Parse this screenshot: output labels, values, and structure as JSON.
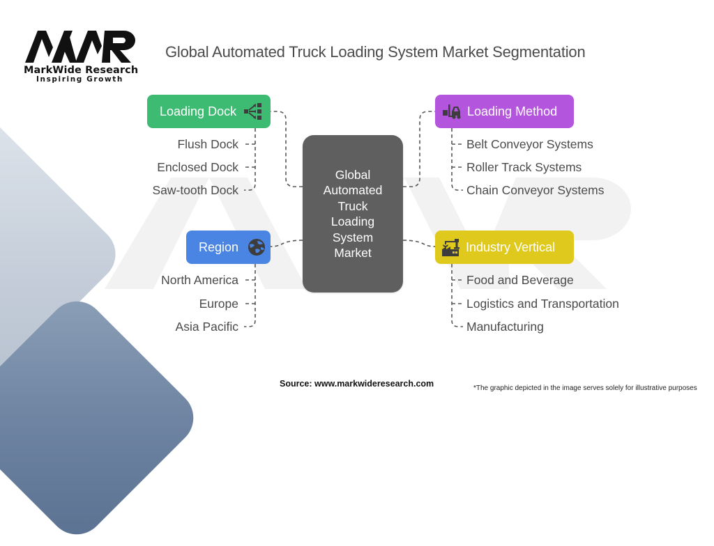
{
  "logo": {
    "mark": "MWR",
    "name": "MarkWide Research",
    "tagline": "Inspiring Growth"
  },
  "title": "Global Automated Truck Loading System Market Segmentation",
  "center": {
    "label": "Global Automated Truck Loading System Market"
  },
  "colors": {
    "loading_dock": "#3dbb72",
    "loading_method": "#b455de",
    "region": "#4a85e3",
    "industry_vertical": "#dfc91c",
    "center": "#5f5f5f",
    "icon_dark": "#3d3d3d"
  },
  "segments": [
    {
      "label": "Loading Dock",
      "icon": "hierarchy-flow-icon",
      "items": [
        "Flush Dock",
        "Enclosed Dock",
        "Saw-tooth Dock"
      ]
    },
    {
      "label": "Loading Method",
      "icon": "forklift-icon",
      "items": [
        "Belt Conveyor Systems",
        "Roller Track Systems",
        "Chain Conveyor Systems"
      ]
    },
    {
      "label": "Region",
      "icon": "globe-icon",
      "items": [
        "North America",
        "Europe",
        "Asia Pacific"
      ]
    },
    {
      "label": "Industry Vertical",
      "icon": "factory-robot-arm-icon",
      "items": [
        "Food and Beverage",
        "Logistics and Transportation",
        "Manufacturing"
      ]
    }
  ],
  "footer": {
    "source": "Source: www.markwideresearch.com",
    "disclaimer": "*The graphic depicted in the image serves solely for illustrative purposes"
  }
}
